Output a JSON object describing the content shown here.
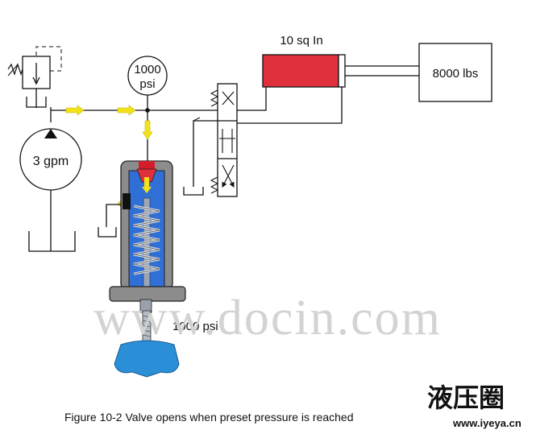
{
  "pressure_gauge": {
    "value": "1000",
    "unit": "psi"
  },
  "pump": {
    "label": "3 gpm"
  },
  "cylinder": {
    "label": "10 sq In"
  },
  "load": {
    "label": "8000 lbs"
  },
  "relief_valve": {
    "setting": "1000 psi"
  },
  "watermark": {
    "text": "www.docin.com"
  },
  "caption": {
    "text": "Figure 10-2 Valve opens when preset pressure is reached"
  },
  "logo": {
    "chinese": "液压圈",
    "url": "www.iyeya.cn"
  },
  "colors": {
    "cylinder_red": "#e0303c",
    "flow_arrow_yellow": "#f2e21a",
    "oil_blue": "#2f6fd6",
    "valve_gray": "#8c8c8c",
    "knob_blue": "#2a8fd6",
    "logo_red": "#d4202a",
    "logo_blue": "#1f5fbf"
  }
}
